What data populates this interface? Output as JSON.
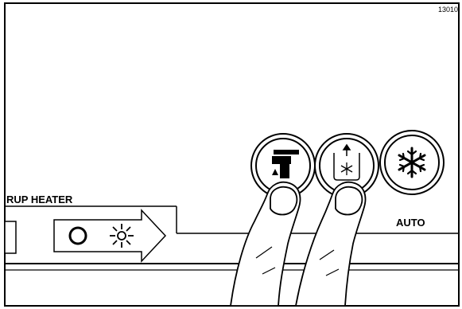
{
  "figure_id": "13010",
  "panel": {
    "heater_label": "RUP HEATER",
    "auto_label": "AUTO",
    "buttons": [
      {
        "name": "water-dispenser-button",
        "icon": "water-faucet-icon",
        "pressed": true
      },
      {
        "name": "ice-up-button",
        "icon": "snowflake-up-arrow-icon",
        "pressed": true
      },
      {
        "name": "auto-ice-button",
        "icon": "snowflake-icon",
        "pressed": false
      }
    ],
    "heater_indicators": [
      "off-circle-icon",
      "on-sun-icon"
    ]
  }
}
